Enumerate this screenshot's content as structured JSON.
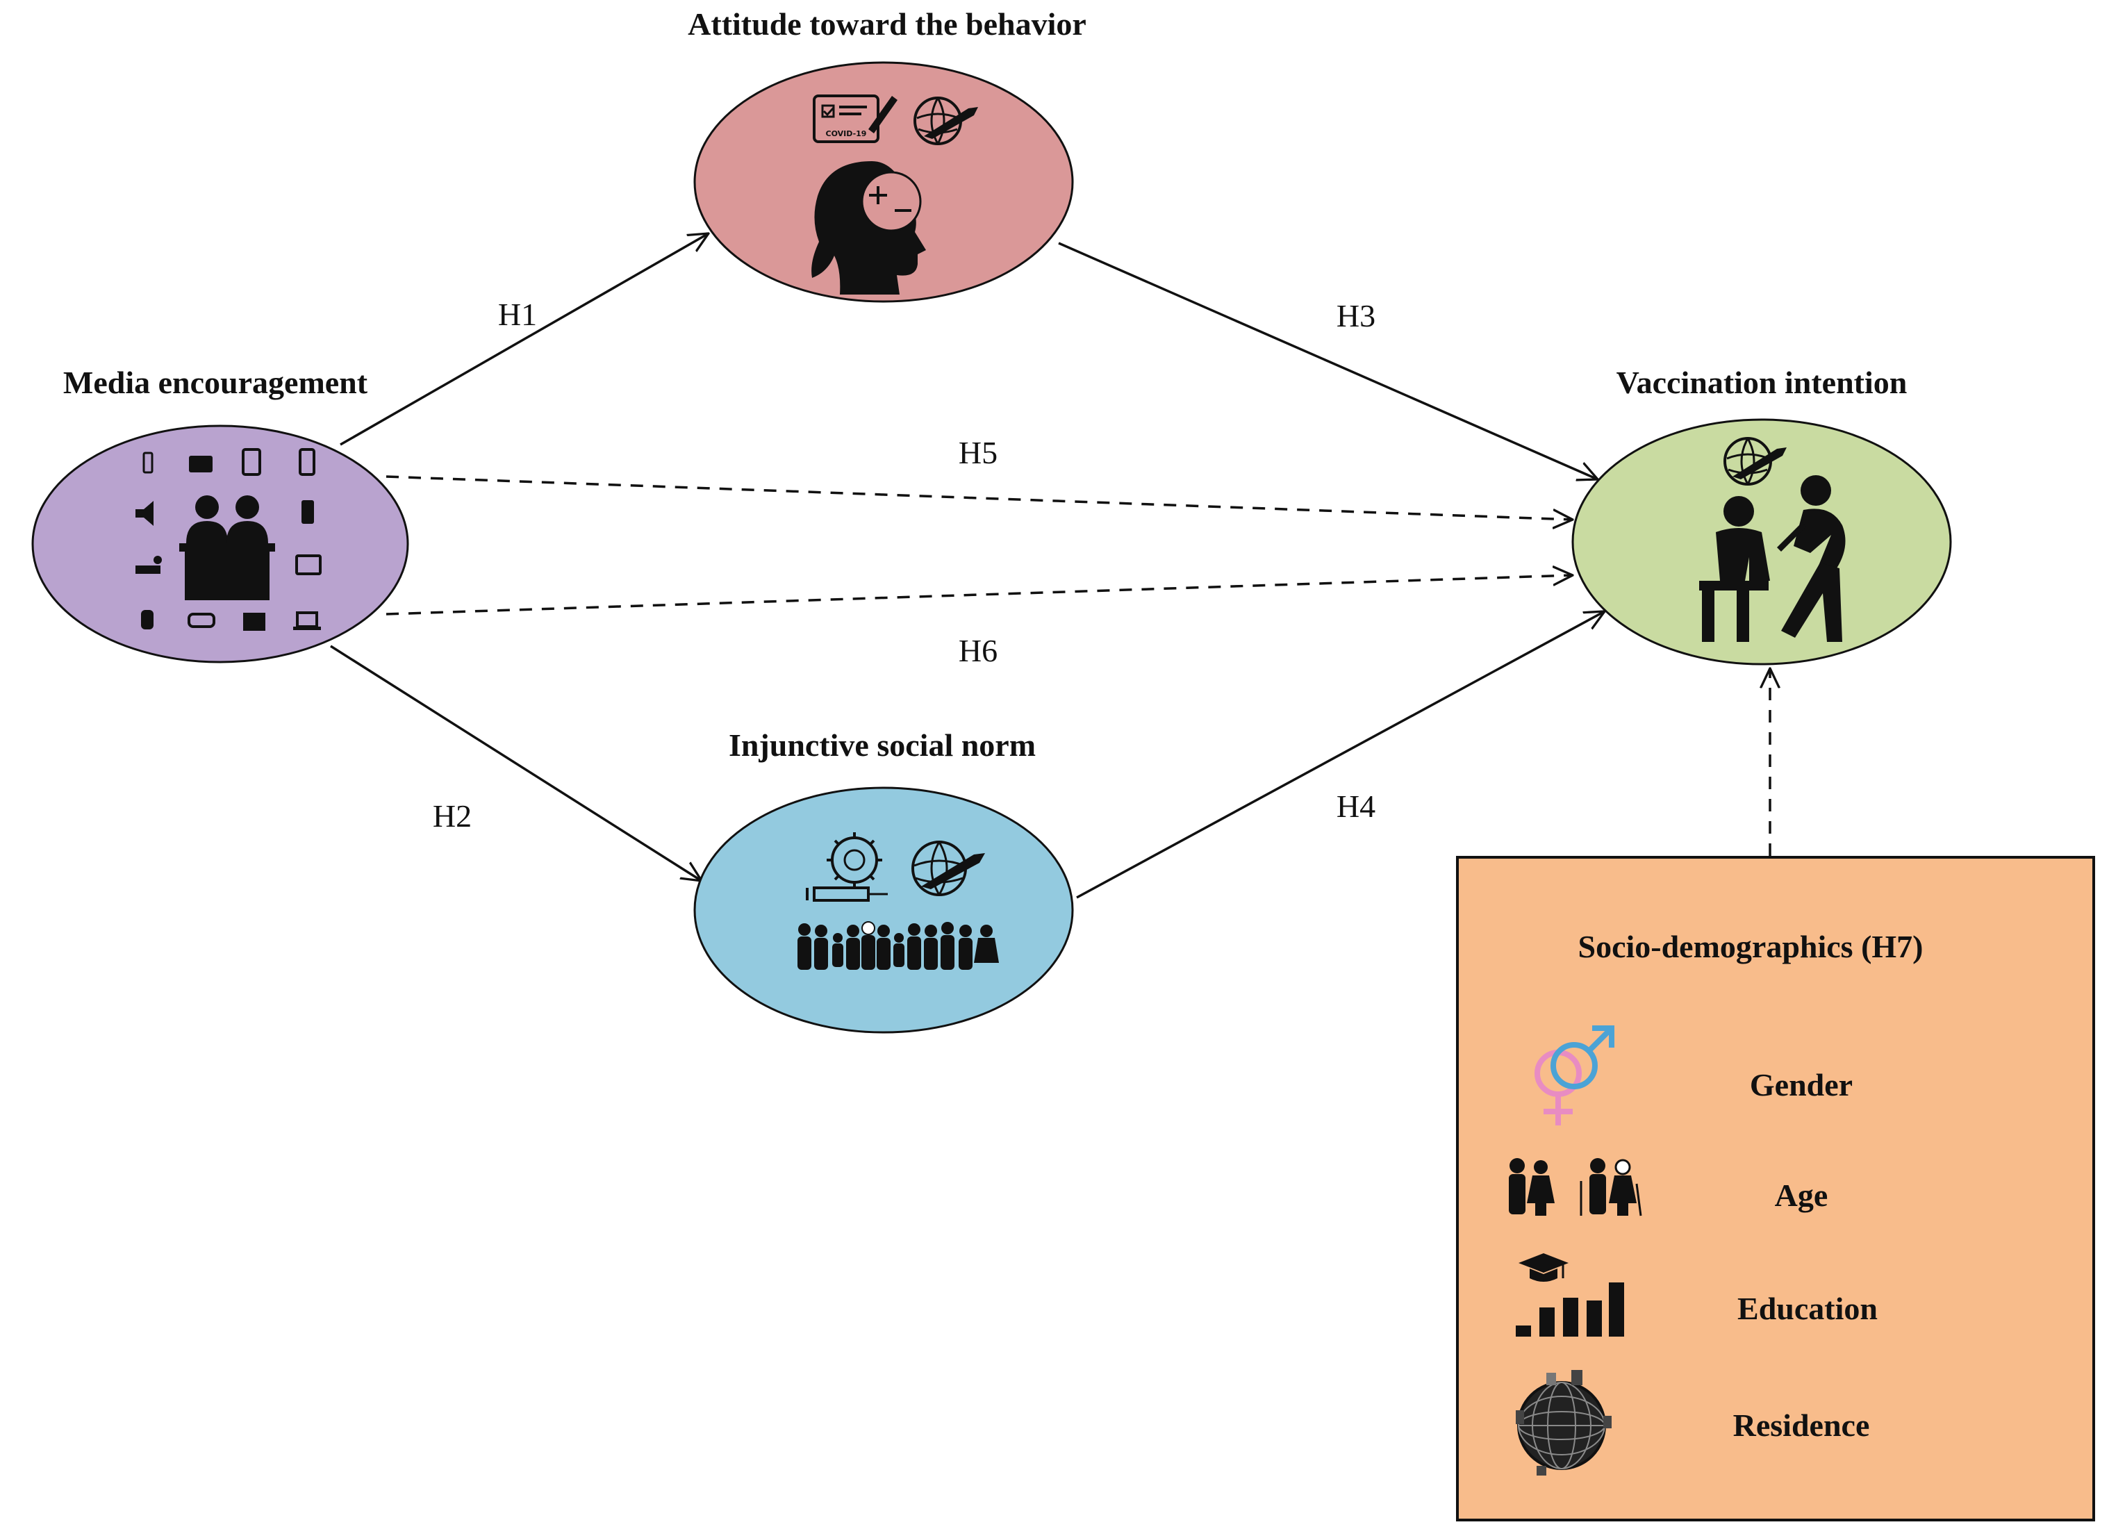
{
  "nodes": {
    "media": {
      "title": "Media encouragement",
      "fill": "#B9A3CF"
    },
    "attitude": {
      "title": "Attitude toward the behavior",
      "fill": "#DA9898"
    },
    "norm": {
      "title": "Injunctive social norm",
      "fill": "#93CADF"
    },
    "intention": {
      "title": "Vaccination intention",
      "fill": "#C9DBA1"
    }
  },
  "edges": [
    {
      "id": "H1",
      "label": "H1",
      "from": "media",
      "to": "attitude",
      "style": "solid"
    },
    {
      "id": "H2",
      "label": "H2",
      "from": "media",
      "to": "norm",
      "style": "solid"
    },
    {
      "id": "H3",
      "label": "H3",
      "from": "attitude",
      "to": "intention",
      "style": "solid"
    },
    {
      "id": "H4",
      "label": "H4",
      "from": "norm",
      "to": "intention",
      "style": "solid"
    },
    {
      "id": "H5",
      "label": "H5",
      "from": "media",
      "to": "intention",
      "style": "dashed"
    },
    {
      "id": "H6",
      "label": "H6",
      "from": "media",
      "to": "intention",
      "style": "dashed"
    },
    {
      "id": "H7",
      "label": "",
      "from": "sociodemo",
      "to": "intention",
      "style": "dashed"
    }
  ],
  "sociodemo": {
    "title": "Socio-demographics (H7)",
    "fill": "#F8BC8B",
    "items": [
      {
        "label": "Gender",
        "icon": "gender-icon"
      },
      {
        "label": "Age",
        "icon": "age-groups-icon"
      },
      {
        "label": "Education",
        "icon": "education-icon"
      },
      {
        "label": "Residence",
        "icon": "globe-icon"
      }
    ]
  },
  "icons": {
    "covid_card_text": "COVID-19",
    "female_color": "#E88CC2",
    "male_color": "#4BA3D6"
  }
}
